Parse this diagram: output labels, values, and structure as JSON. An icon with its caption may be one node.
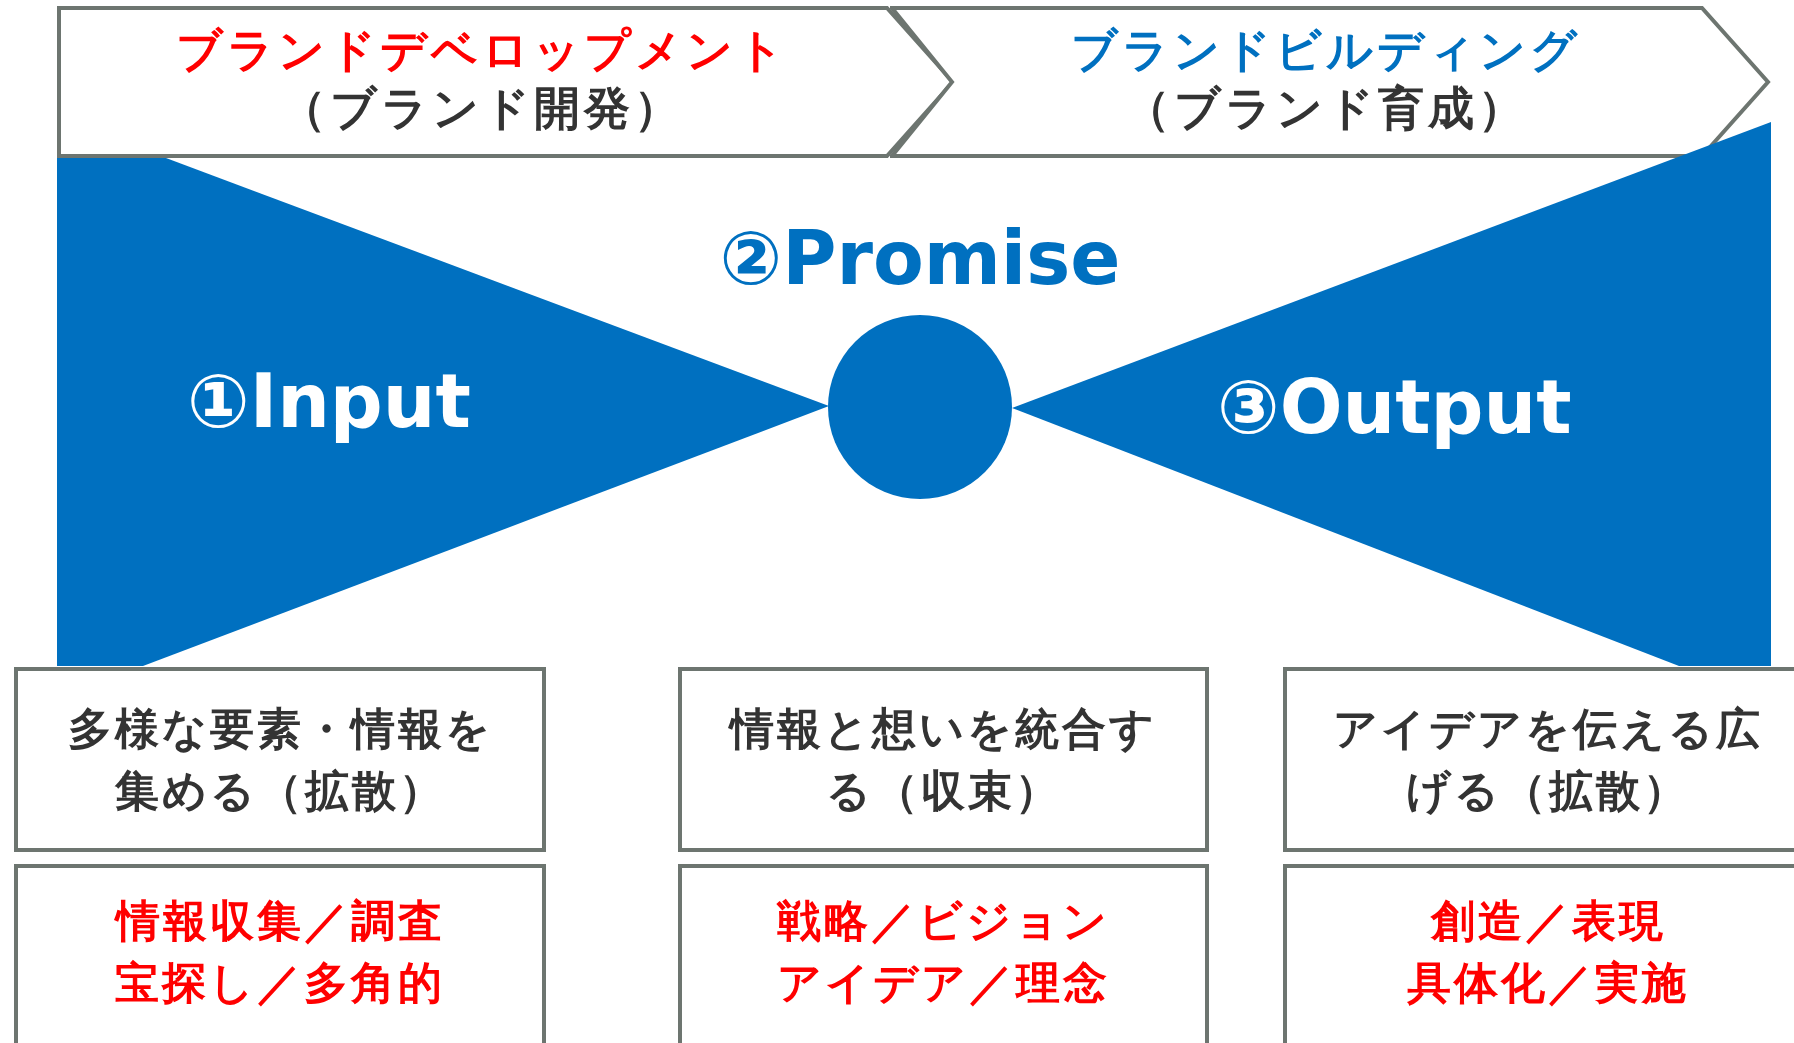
{
  "diagram": {
    "nodes": [
      {
        "text": [
          "ブランドデベロップメント",
          "（ブランド開発）"
        ]
      },
      {
        "text": [
          "ブランドビルディング",
          "（ブランド育成）"
        ]
      },
      {
        "text": [
          "①Input"
        ]
      },
      {
        "text": [
          "②Promise"
        ]
      },
      {
        "text": [
          "③Output"
        ]
      },
      {
        "text": [
          "多様な要素・情報を集める（拡散）"
        ]
      },
      {
        "text": [
          "情報と想いを統合する（収束）"
        ]
      },
      {
        "text": [
          "アイデアを伝える広げる（拡散）"
        ]
      },
      {
        "text": [
          "情報収集／調査",
          "宝探し／多角的"
        ]
      },
      {
        "text": [
          "戦略／ビジョン",
          "アイデア／理念"
        ]
      },
      {
        "text": [
          "創造／表現",
          "具体化／実施"
        ]
      }
    ]
  }
}
